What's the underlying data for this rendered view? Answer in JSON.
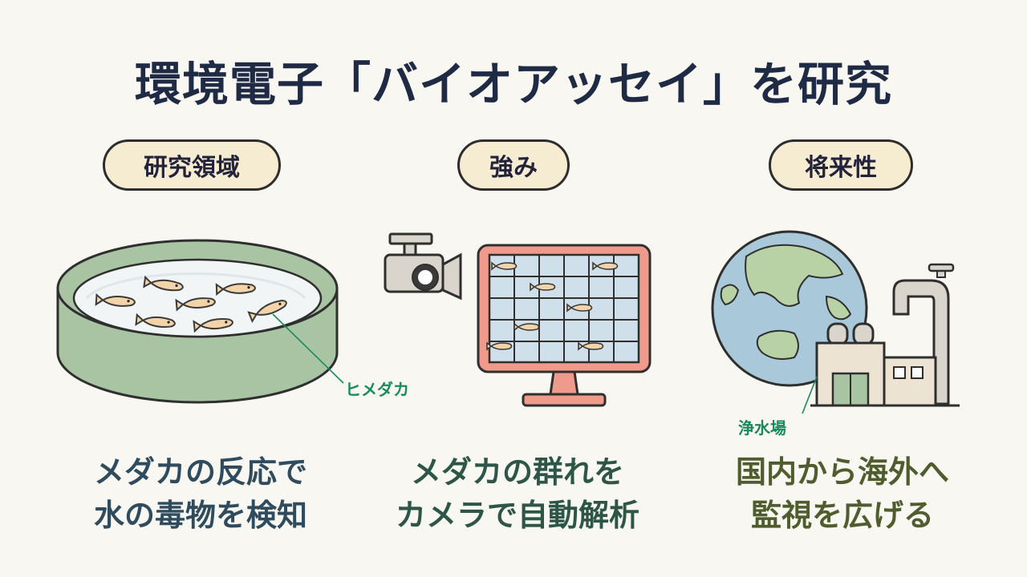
{
  "title": "環境電子「バイオアッセイ」を研究",
  "columns": [
    {
      "header": "研究領域",
      "callout": "ヒメダカ",
      "description_line1": "メダカの反応で",
      "description_line2": "水の毒物を検知"
    },
    {
      "header": "強み",
      "description_line1": "メダカの群れを",
      "description_line2": "カメラで自動解析"
    },
    {
      "header": "将来性",
      "callout": "浄水場",
      "description_line1": "国内から海外へ",
      "description_line2": "監視を広げる"
    }
  ],
  "colors": {
    "title": "#1f2a44",
    "pill_fill": "#f6ecd2",
    "callout": "#1a8a5c",
    "desc1": "#2f4b5e",
    "desc2": "#2e5648",
    "desc3": "#4e5c2e",
    "tank": "#a9c4a3",
    "monitor": "#ef9a8a",
    "globe": "#a9c8d9"
  },
  "icons": [
    "fish-tank-icon",
    "medaka-fish-icon",
    "camera-icon",
    "monitor-icon",
    "globe-icon",
    "faucet-icon",
    "water-plant-icon"
  ]
}
